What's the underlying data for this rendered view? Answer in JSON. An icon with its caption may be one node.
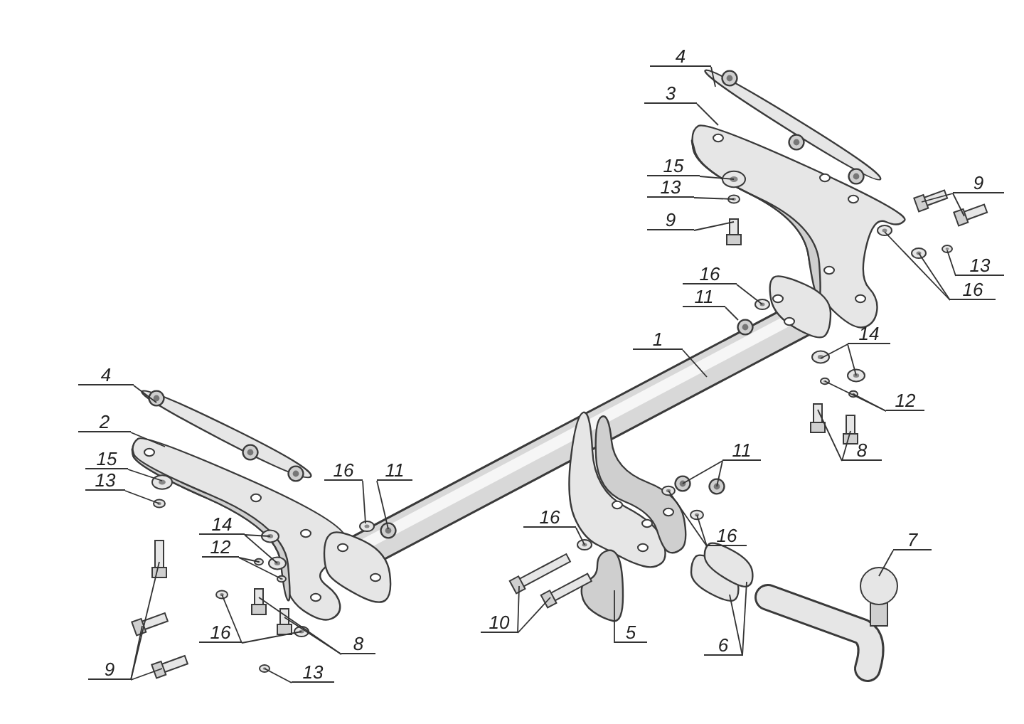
{
  "diagram": {
    "nodes": [
      {
        "text": [
          "4"
        ]
      },
      {
        "text": [
          "3"
        ]
      },
      {
        "text": [
          "15"
        ]
      },
      {
        "text": [
          "13"
        ]
      },
      {
        "text": [
          "9"
        ]
      },
      {
        "text": [
          "16"
        ]
      },
      {
        "text": [
          "11"
        ]
      },
      {
        "text": [
          "9"
        ]
      },
      {
        "text": [
          "13"
        ]
      },
      {
        "text": [
          "16"
        ]
      },
      {
        "text": [
          "1"
        ]
      },
      {
        "text": [
          "14"
        ]
      },
      {
        "text": [
          "12"
        ]
      },
      {
        "text": [
          "8"
        ]
      },
      {
        "text": [
          "4"
        ]
      },
      {
        "text": [
          "2"
        ]
      },
      {
        "text": [
          "15"
        ]
      },
      {
        "text": [
          "13"
        ]
      },
      {
        "text": [
          "16"
        ]
      },
      {
        "text": [
          "11"
        ]
      },
      {
        "text": [
          "14"
        ]
      },
      {
        "text": [
          "12"
        ]
      },
      {
        "text": [
          "9"
        ]
      },
      {
        "text": [
          "16"
        ]
      },
      {
        "text": [
          "13"
        ]
      },
      {
        "text": [
          "8"
        ]
      },
      {
        "text": [
          "16"
        ]
      },
      {
        "text": [
          "11"
        ]
      },
      {
        "text": [
          "16"
        ]
      },
      {
        "text": [
          "10"
        ]
      },
      {
        "text": [
          "5"
        ]
      },
      {
        "text": [
          "6"
        ]
      },
      {
        "text": [
          "7"
        ]
      }
    ],
    "edges": [
      {
        "from": 0,
        "to": null,
        "arrow": "none"
      },
      {
        "from": 1,
        "to": null,
        "arrow": "none"
      },
      {
        "from": 2,
        "to": null,
        "arrow": "none"
      },
      {
        "from": 3,
        "to": null,
        "arrow": "none"
      },
      {
        "from": 4,
        "to": null,
        "arrow": "none"
      },
      {
        "from": 5,
        "to": null,
        "arrow": "none"
      },
      {
        "from": 6,
        "to": null,
        "arrow": "none"
      },
      {
        "from": 7,
        "to": null,
        "arrow": "none"
      },
      {
        "from": 7,
        "to": null,
        "arrow": "none"
      },
      {
        "from": 8,
        "to": null,
        "arrow": "none"
      },
      {
        "from": 9,
        "to": null,
        "arrow": "none"
      },
      {
        "from": 9,
        "to": null,
        "arrow": "none"
      },
      {
        "from": 10,
        "to": null,
        "arrow": "none"
      },
      {
        "from": 11,
        "to": null,
        "arrow": "none"
      },
      {
        "from": 11,
        "to": null,
        "arrow": "none"
      },
      {
        "from": 12,
        "to": null,
        "arrow": "none"
      },
      {
        "from": 12,
        "to": null,
        "arrow": "none"
      },
      {
        "from": 13,
        "to": null,
        "arrow": "none"
      },
      {
        "from": 13,
        "to": null,
        "arrow": "none"
      },
      {
        "from": 14,
        "to": null,
        "arrow": "none"
      },
      {
        "from": 15,
        "to": null,
        "arrow": "none"
      },
      {
        "from": 16,
        "to": null,
        "arrow": "none"
      },
      {
        "from": 17,
        "to": null,
        "arrow": "none"
      },
      {
        "from": 18,
        "to": null,
        "arrow": "none"
      },
      {
        "from": 19,
        "to": null,
        "arrow": "none"
      },
      {
        "from": 20,
        "to": null,
        "arrow": "none"
      },
      {
        "from": 20,
        "to": null,
        "arrow": "none"
      },
      {
        "from": 21,
        "to": null,
        "arrow": "none"
      },
      {
        "from": 21,
        "to": null,
        "arrow": "none"
      },
      {
        "from": 22,
        "to": null,
        "arrow": "none"
      },
      {
        "from": 22,
        "to": null,
        "arrow": "none"
      },
      {
        "from": 22,
        "to": null,
        "arrow": "none"
      },
      {
        "from": 23,
        "to": null,
        "arrow": "none"
      },
      {
        "from": 23,
        "to": null,
        "arrow": "none"
      },
      {
        "from": 24,
        "to": null,
        "arrow": "none"
      },
      {
        "from": 25,
        "to": null,
        "arrow": "none"
      },
      {
        "from": 25,
        "to": null,
        "arrow": "none"
      },
      {
        "from": 26,
        "to": null,
        "arrow": "none"
      },
      {
        "from": 27,
        "to": null,
        "arrow": "none"
      },
      {
        "from": 27,
        "to": null,
        "arrow": "none"
      },
      {
        "from": 28,
        "to": null,
        "arrow": "none"
      },
      {
        "from": 28,
        "to": null,
        "arrow": "none"
      },
      {
        "from": 29,
        "to": null,
        "arrow": "none"
      },
      {
        "from": 29,
        "to": null,
        "arrow": "none"
      },
      {
        "from": 30,
        "to": null,
        "arrow": "none"
      },
      {
        "from": 31,
        "to": null,
        "arrow": "none"
      },
      {
        "from": 31,
        "to": null,
        "arrow": "none"
      },
      {
        "from": 32,
        "to": null,
        "arrow": "none"
      }
    ]
  }
}
